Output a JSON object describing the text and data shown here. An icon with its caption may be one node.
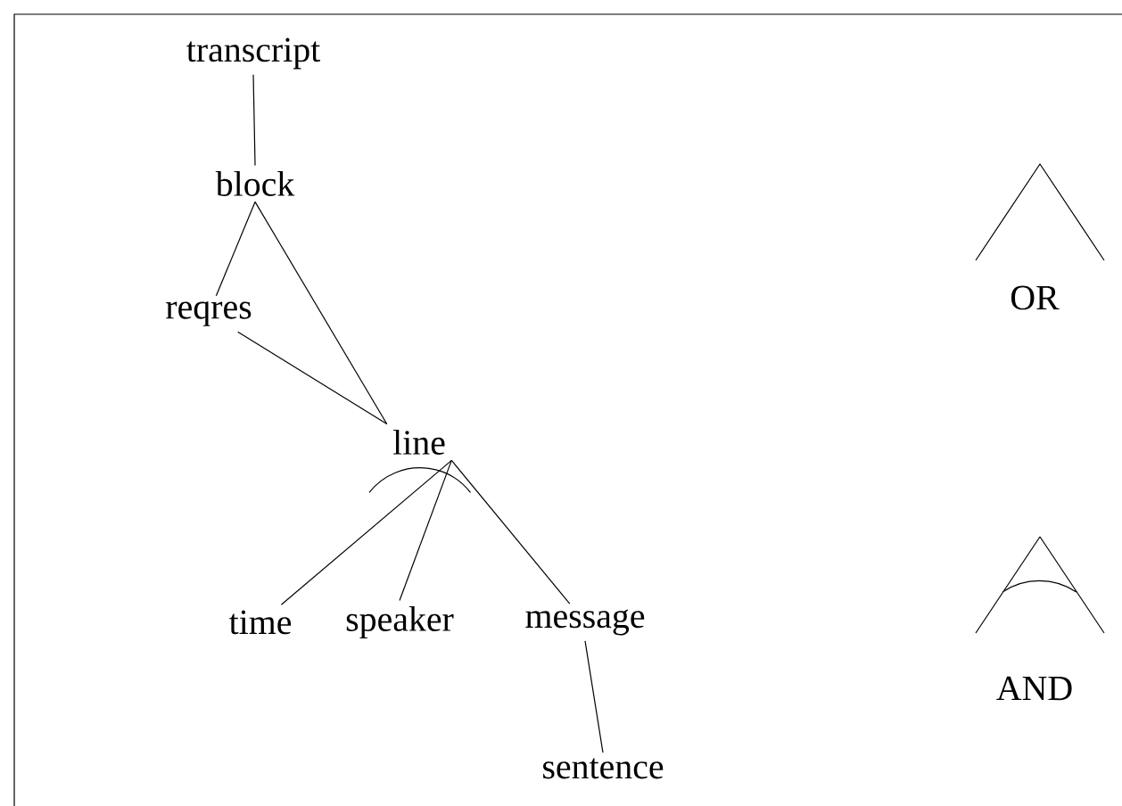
{
  "diagram": {
    "nodes": [
      {
        "text": [
          "transcript"
        ]
      },
      {
        "text": [
          "block"
        ]
      },
      {
        "text": [
          "reqres"
        ]
      },
      {
        "text": [
          "line"
        ]
      },
      {
        "text": [
          "time"
        ]
      },
      {
        "text": [
          "speaker"
        ]
      },
      {
        "text": [
          "message"
        ]
      },
      {
        "text": [
          "sentence"
        ]
      }
    ],
    "edges": [
      {
        "from": 0,
        "to": 1,
        "arrow": "none"
      },
      {
        "from": 1,
        "to": 2,
        "arrow": "none"
      },
      {
        "from": 1,
        "to": 3,
        "arrow": "none"
      },
      {
        "from": 2,
        "to": 3,
        "arrow": "none"
      },
      {
        "from": 3,
        "to": 4,
        "arrow": "none"
      },
      {
        "from": 3,
        "to": 5,
        "arrow": "none"
      },
      {
        "from": 3,
        "to": 6,
        "arrow": "none"
      },
      {
        "from": 6,
        "to": 7,
        "arrow": "none"
      }
    ],
    "legend": [
      {
        "text": "OR"
      },
      {
        "text": "AND"
      }
    ]
  }
}
